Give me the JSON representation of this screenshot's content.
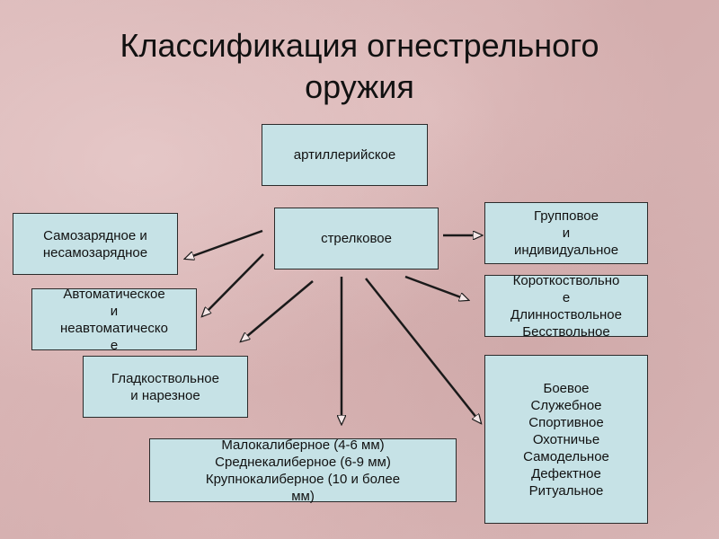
{
  "slide": {
    "title": "Классификация огнестрельного\nоружия"
  },
  "boxes": {
    "artillery": "артиллерийское",
    "small_arms": "стрелковое",
    "self_loading": "Самозарядное и\nнесамозарядное",
    "automatic": "Автоматическое\nи\nнеавтоматическо\nе",
    "smooth_rifled": "Гладкоствольное\nи нарезное",
    "caliber": "Малокалиберное (4-6 мм)\nСреднекалиберное (6-9 мм)\nКрупнокалиберное (10 и более\nмм)",
    "group_individual": "Групповое\nи\nиндивидуальное",
    "barrel_length": "Короткоствольно\nе\nДлинноствольное\nБесствольное",
    "purpose": "Боевое\nСлужебное\nСпортивное\nОхотничье\nСамодельное\nДефектное\nРитуальное"
  },
  "colors": {
    "box_fill": "#c6e2e6",
    "box_border": "#2b2b2b",
    "arrow": "#1a1a1a"
  }
}
